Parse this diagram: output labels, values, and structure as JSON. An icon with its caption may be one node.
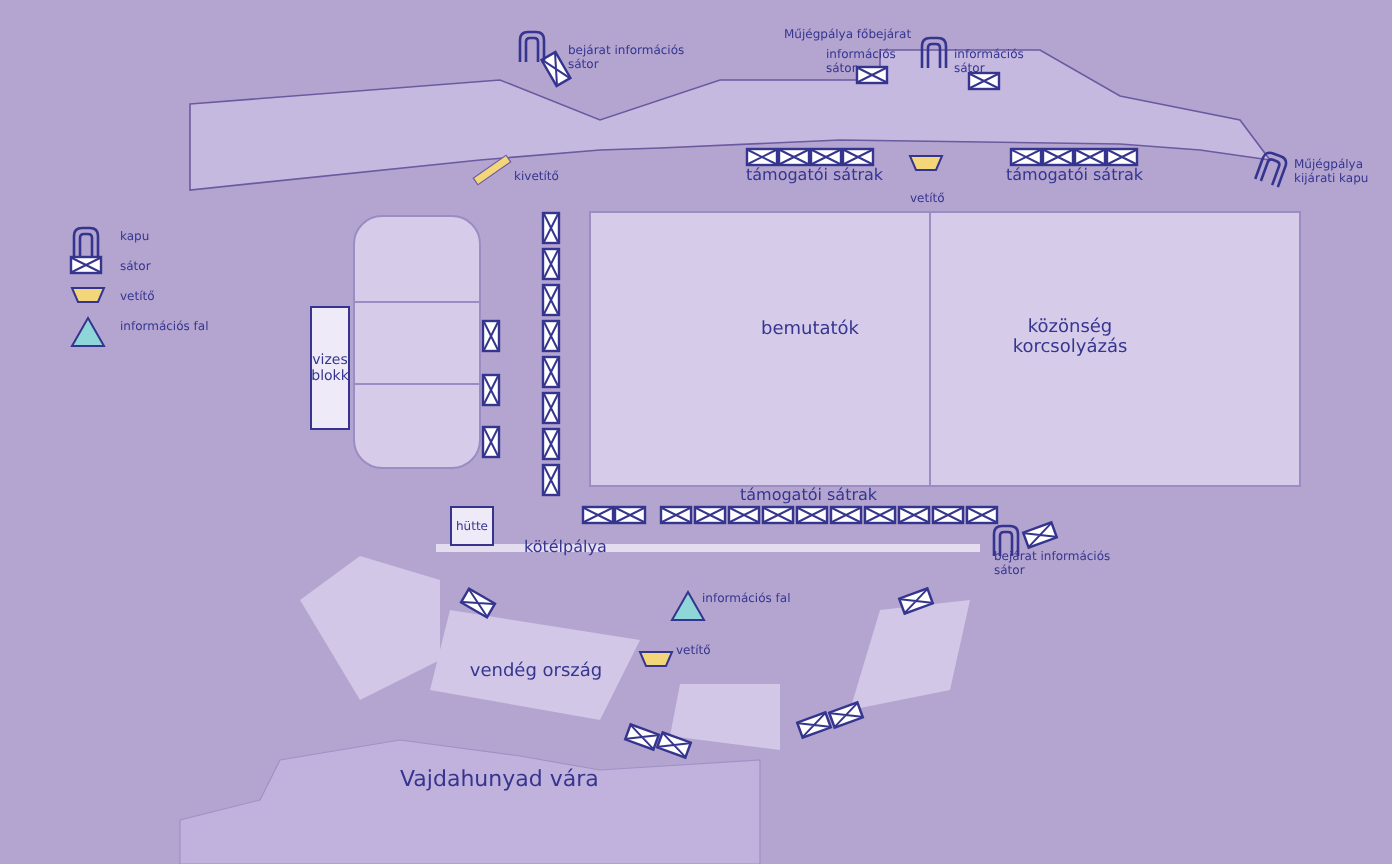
{
  "diagram": {
    "nodes": [
      {
        "text": [
          "vizes blokk"
        ]
      },
      {
        "text": [
          "hütte"
        ]
      },
      {
        "text": [
          "bemutatók"
        ]
      },
      {
        "text": [
          "közönség korcsolyázás"
        ]
      },
      {
        "text": [
          "vendég ország"
        ]
      }
    ],
    "labels": [
      "bejárat információs sátor",
      "Műjégpálya főbejárat",
      "információs sátor",
      "információs sátor",
      "kivetítő",
      "támogatói sátrak",
      "támogatói sátrak",
      "vetítő",
      "Műjégpálya kijárati kapu",
      "támogatói sátrak",
      "kötélpálya",
      "bejárat információs sátor",
      "információs fal",
      "vetítő",
      "Vajdahunyad vára"
    ],
    "legend": [
      {
        "text": "kapu"
      },
      {
        "text": "sátor"
      },
      {
        "text": "vetítő"
      },
      {
        "text": "információs fal"
      }
    ]
  }
}
